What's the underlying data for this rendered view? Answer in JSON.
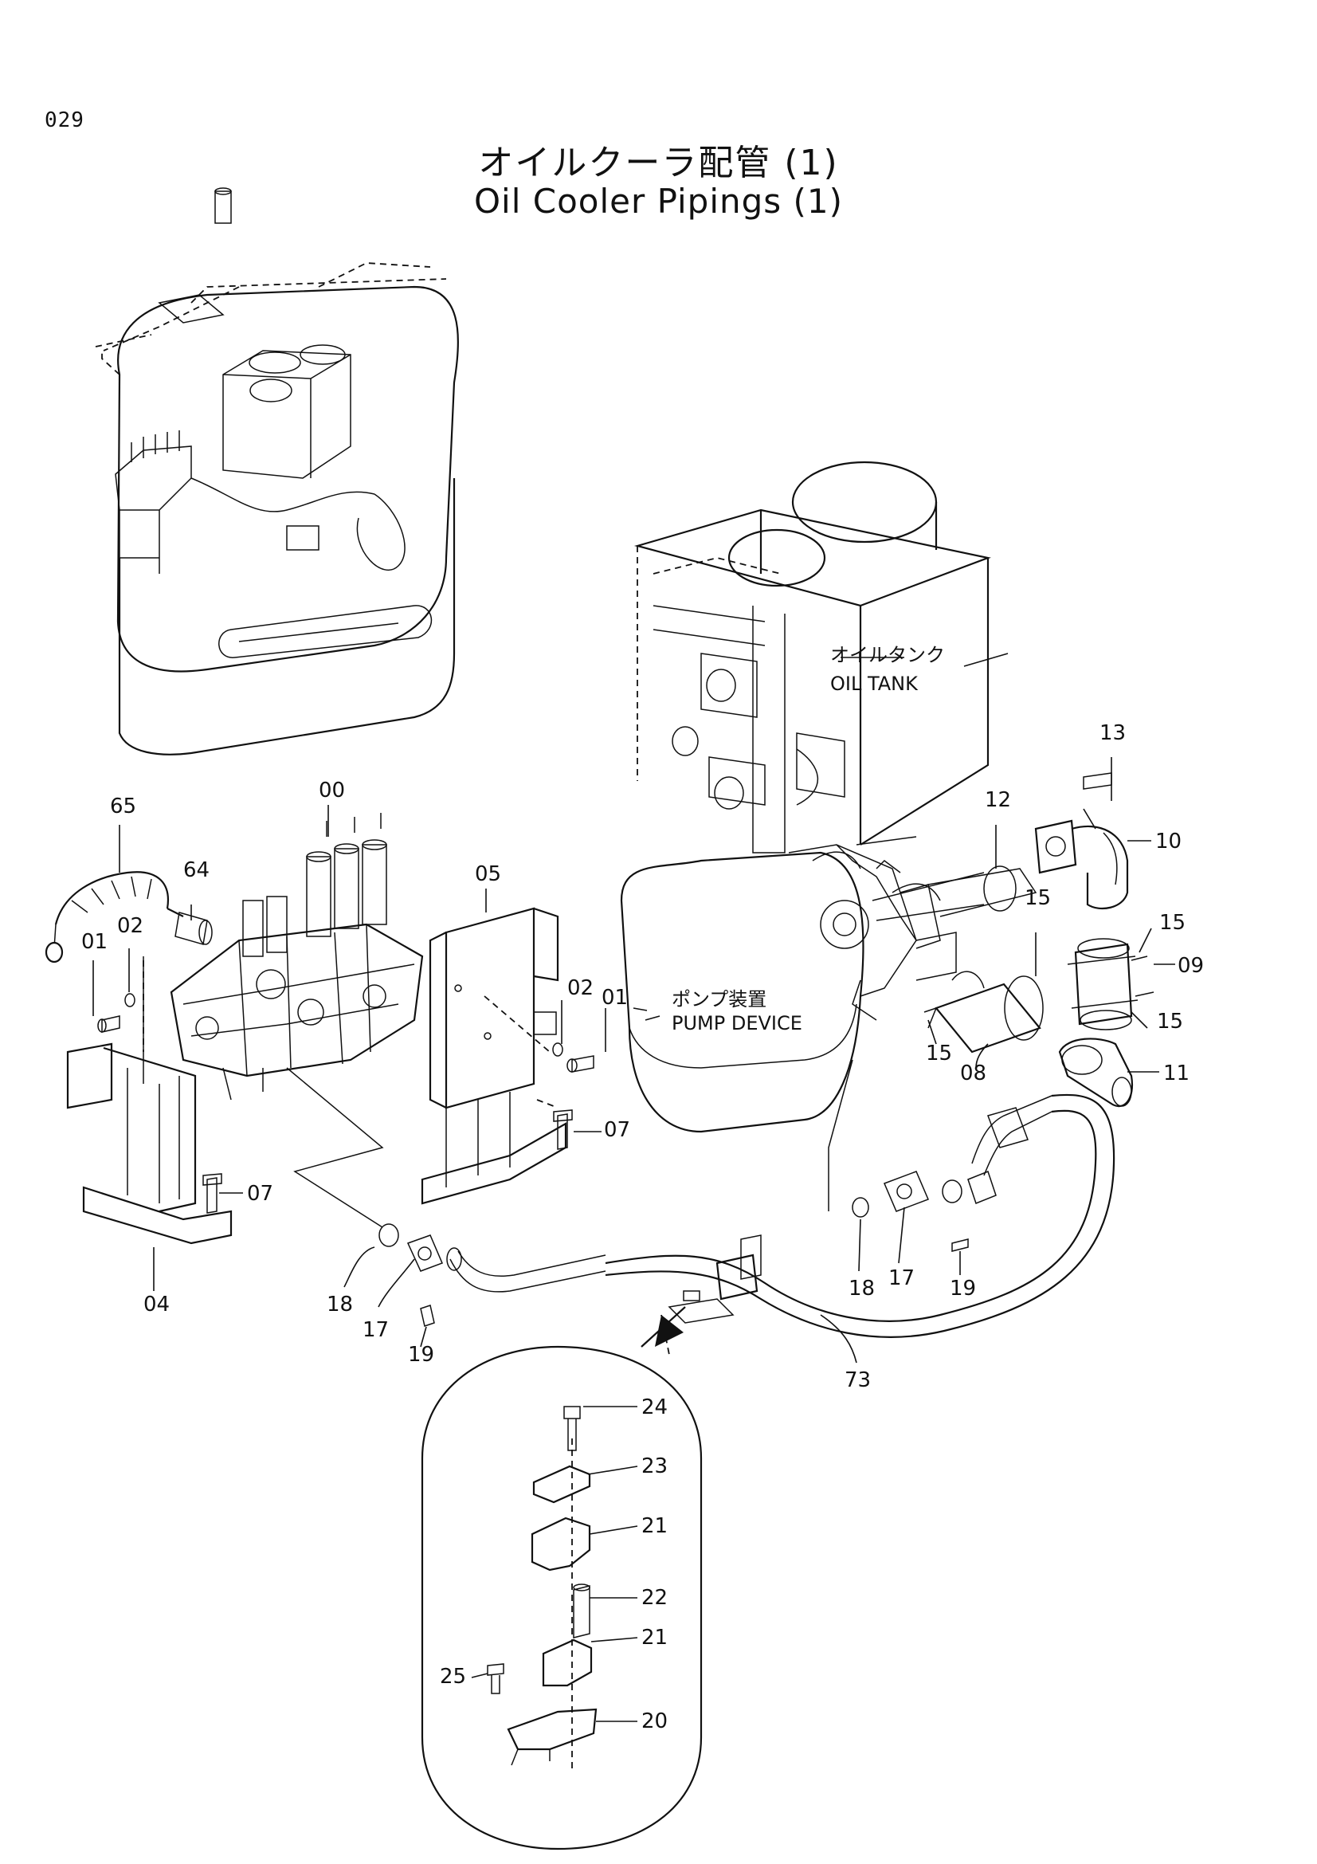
{
  "page": {
    "number": "029",
    "title_ja": "オイルクーラ配管 (1)",
    "title_en": "Oil Cooler Pipings (1)"
  },
  "callouts": {
    "oil_tank_ja": "オイルタンク",
    "oil_tank_en": "OIL TANK",
    "pump_ja": "ポンプ装置",
    "pump_en": "PUMP DEVICE"
  },
  "labels": {
    "p00": "00",
    "p65": "65",
    "p64": "64",
    "p02a": "02",
    "p01a": "01",
    "p05": "05",
    "p02b": "02",
    "p01b": "01",
    "p07a": "07",
    "p07b": "07",
    "p04": "04",
    "p18a": "18",
    "p17a": "17",
    "p19a": "19",
    "p73": "73",
    "p13": "13",
    "p12": "12",
    "p10": "10",
    "p15a": "15",
    "p15b": "15",
    "p09": "09",
    "p15c": "15",
    "p15d": "15",
    "p08": "08",
    "p11": "11",
    "p18b": "18",
    "p17b": "17",
    "p19b": "19",
    "p24": "24",
    "p23": "23",
    "p21a": "21",
    "p22": "22",
    "p21b": "21",
    "p25": "25",
    "p20": "20"
  }
}
